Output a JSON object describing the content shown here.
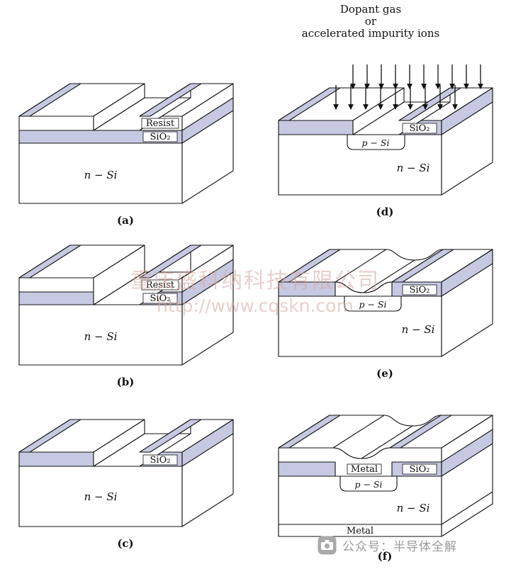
{
  "colors": {
    "oxide_lavender": "#c7c9e2",
    "ink": "#111111",
    "watermark_pink": "#d4a79e",
    "footer_gray": "#9b9b9b"
  },
  "dopant_header": {
    "line1": "Dopant gas",
    "line2": "or",
    "line3": "accelerated impurity ions"
  },
  "labels": {
    "resist": "Resist",
    "sio2": "SiO₂",
    "n_si": "n − Si",
    "p_si": "p − Si",
    "metal": "Metal"
  },
  "panels": {
    "a": {
      "tag": "(a)"
    },
    "b": {
      "tag": "(b)"
    },
    "c": {
      "tag": "(c)"
    },
    "d": {
      "tag": "(d)"
    },
    "e": {
      "tag": "(e)"
    },
    "f": {
      "tag": "(f)"
    }
  },
  "watermark": {
    "line1": "重庆盛科纳科技有限公司",
    "line2": "http://www.cqskn.com"
  },
  "footer": {
    "caption": "公众号：半导体全解"
  }
}
